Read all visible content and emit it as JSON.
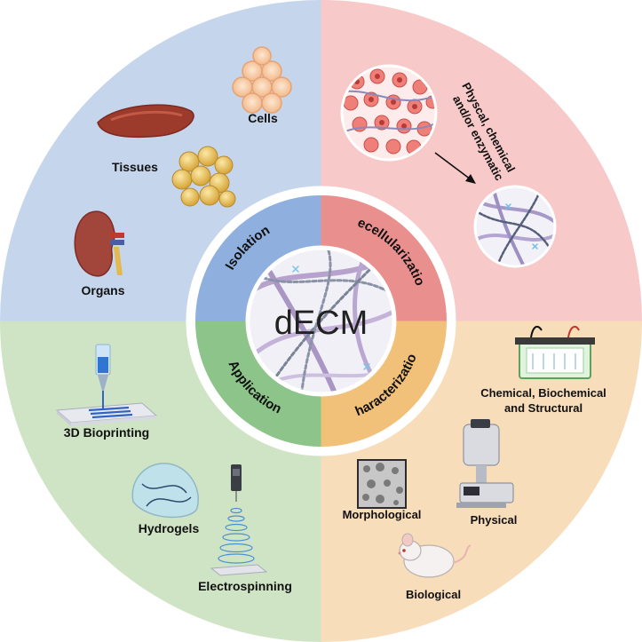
{
  "center": {
    "title": "dECM"
  },
  "inner_ring": {
    "isolation": "Isolation",
    "decellularization": "Decellularization",
    "application": "Application",
    "characterization": "Characterization"
  },
  "isolation": {
    "cells": "Cells",
    "tissues": "Tissues",
    "organs": "Organs"
  },
  "decellularization": {
    "method_line1": "Physcal, chemical",
    "method_line2": "and/or enzymatic"
  },
  "application": {
    "bioprinting": "3D Bioprinting",
    "hydrogels": "Hydrogels",
    "electrospinning": "Electrospinning"
  },
  "characterization": {
    "chem_line1": "Chemical, Biochemical",
    "chem_line2": "and Structural",
    "morphological": "Morphological",
    "physical": "Physical",
    "biological": "Biological"
  },
  "colors": {
    "isolation": "#c5d5ec",
    "decellularization": "#f7c9c8",
    "application": "#cfe4c5",
    "characterization": "#f8ddbb",
    "inner_isolation": "#8fb0de",
    "inner_decell": "#e9908e",
    "inner_application": "#8cc48a",
    "inner_characterization": "#f1c079"
  }
}
